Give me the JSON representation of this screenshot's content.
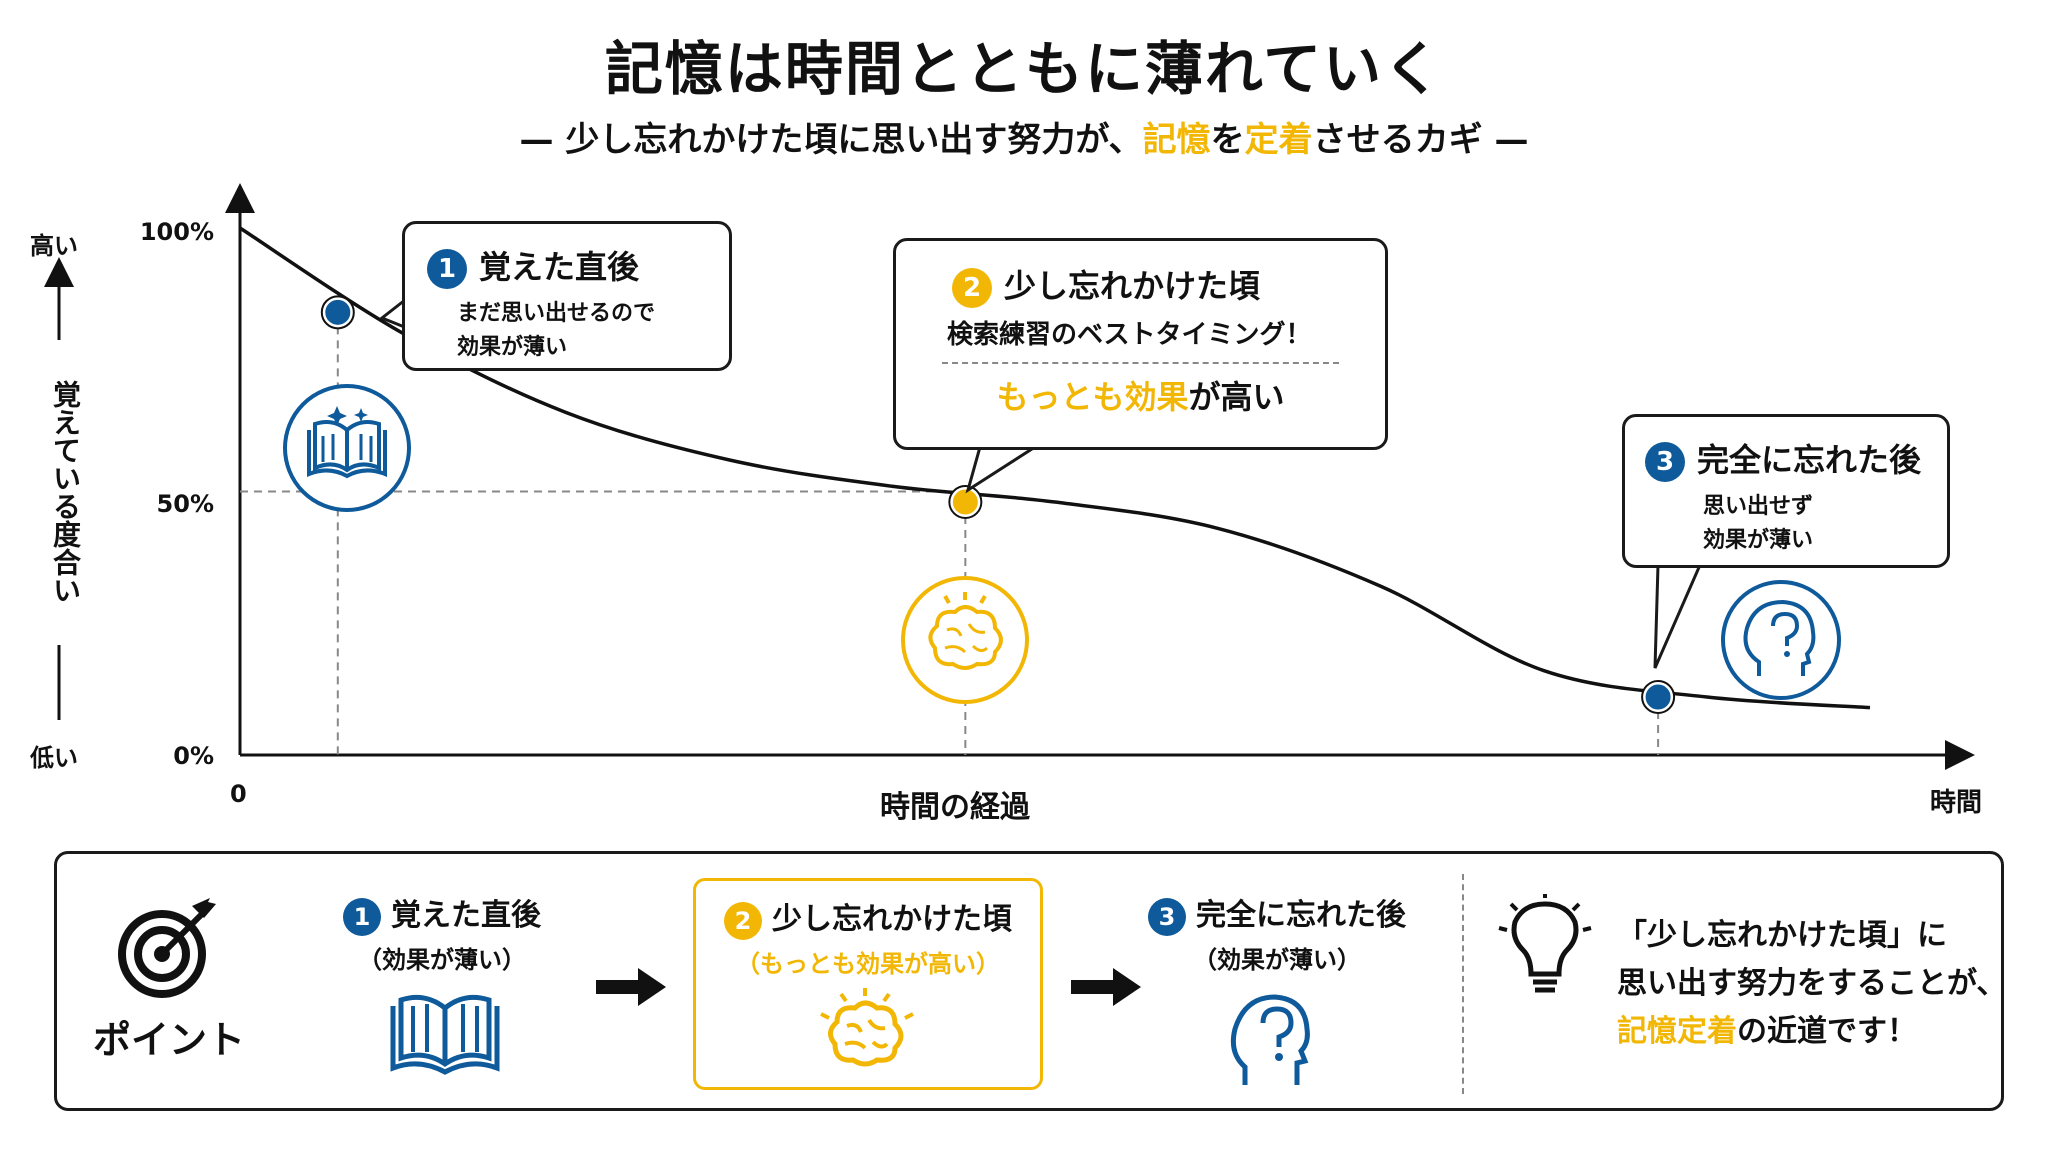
{
  "title": "記憶は時間とともに薄れていく",
  "subtitle": {
    "dash_left": "—",
    "pre": "少し忘れかけた頃に思い出す努力が、",
    "accent1": "記憶",
    "mid": "を",
    "accent2": "定着",
    "post": "させるカギ",
    "dash_right": "—"
  },
  "y_axis": {
    "high": "高い",
    "low": "低い",
    "label": "覚えている度合い",
    "ticks": [
      "100%",
      "50%",
      "0%"
    ]
  },
  "x_axis": {
    "origin": "0",
    "label": "時間の経過",
    "end": "時間"
  },
  "chart_data": {
    "type": "line",
    "series": [
      {
        "x": [
          0,
          0.1,
          0.2,
          0.3,
          0.4,
          0.5,
          0.6,
          0.7,
          0.8,
          0.9,
          1.0
        ],
        "y": [
          100,
          80,
          65,
          56,
          51,
          48,
          43,
          32,
          16,
          11,
          9
        ]
      }
    ],
    "points": [
      {
        "x": 0.06,
        "y": 84,
        "color": "#0E5A9B"
      },
      {
        "x": 0.445,
        "y": 48,
        "color": "#F2B705"
      },
      {
        "x": 0.87,
        "y": 11,
        "color": "#0E5A9B"
      }
    ],
    "ylim": [
      0,
      100
    ],
    "reference_y": 50
  },
  "callouts": [
    {
      "num": "1",
      "title": "覚えた直後",
      "lines": [
        "まだ思い出せるので",
        "効果が薄い"
      ],
      "color": "#0E5A9B"
    },
    {
      "num": "2",
      "title": "少し忘れかけた頃",
      "line1": "検索練習のベストタイミング！",
      "highlight_pre": "もっとも効果",
      "highlight_post": "が高い",
      "color": "#F2B705"
    },
    {
      "num": "3",
      "title": "完全に忘れた後",
      "lines": [
        "思い出せず",
        "効果が薄い"
      ],
      "color": "#0E5A9B"
    }
  ],
  "icons": {
    "book": "open-book-icon",
    "brain": "brain-icon",
    "question_head": "question-head-icon",
    "target": "target-icon",
    "bulb": "lightbulb-icon",
    "arrow": "right-arrow-icon"
  },
  "summary": {
    "point_label": "ポイント",
    "steps": [
      {
        "num": "1",
        "title": "覚えた直後",
        "sub": "（効果が薄い）"
      },
      {
        "num": "2",
        "title": "少し忘れかけた頃",
        "sub": "（もっとも効果が高い）"
      },
      {
        "num": "3",
        "title": "完全に忘れた後",
        "sub": "（効果が薄い）"
      }
    ],
    "tip_line1": "「少し忘れかけた頃」に",
    "tip_line2": "思い出す努力をすることが、",
    "tip_accent": "記憶定着",
    "tip_post": "の近道です！"
  },
  "colors": {
    "blue": "#0E5A9B",
    "yellow": "#F2B705",
    "dark": "#111111"
  }
}
